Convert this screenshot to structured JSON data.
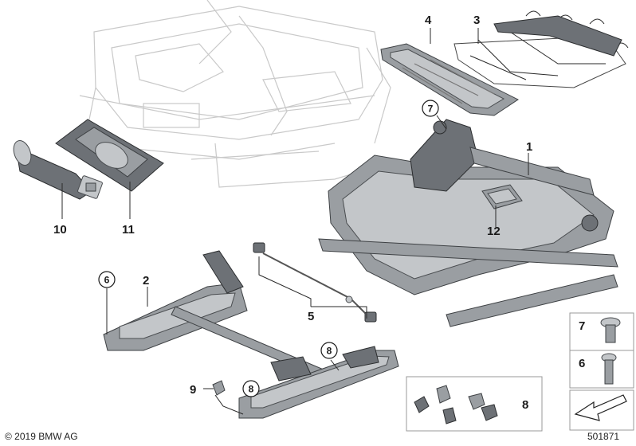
{
  "diagram": {
    "callouts": [
      {
        "id": "c1",
        "label": "1",
        "circled": false
      },
      {
        "id": "c2",
        "label": "2",
        "circled": false
      },
      {
        "id": "c3",
        "label": "3",
        "circled": false
      },
      {
        "id": "c4",
        "label": "4",
        "circled": false
      },
      {
        "id": "c5",
        "label": "5",
        "circled": false
      },
      {
        "id": "c6",
        "label": "6",
        "circled": true
      },
      {
        "id": "c7",
        "label": "7",
        "circled": true
      },
      {
        "id": "c8a",
        "label": "8",
        "circled": true
      },
      {
        "id": "c8b",
        "label": "8",
        "circled": true
      },
      {
        "id": "c9",
        "label": "9",
        "circled": false
      },
      {
        "id": "c10",
        "label": "10",
        "circled": false
      },
      {
        "id": "c11",
        "label": "11",
        "circled": false
      },
      {
        "id": "c12",
        "label": "12",
        "circled": false
      }
    ],
    "legend": {
      "item7": "7",
      "item6": "6",
      "group8": "8"
    },
    "copyright": "© 2019 BMW AG",
    "diagram_number": "501871"
  }
}
